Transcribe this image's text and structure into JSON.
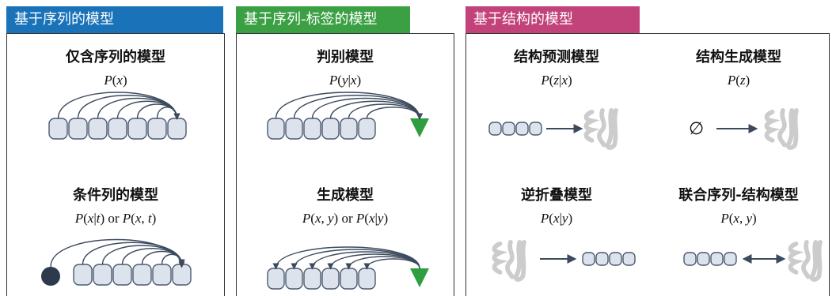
{
  "headers": {
    "sequence_models": "基于序列的模型",
    "sequence_label_models": "基于序列-标签的模型",
    "structure_models": "基于结构的模型"
  },
  "colors": {
    "sequence_header": "#1a73b8",
    "sequence_label_header": "#3aa043",
    "structure_header": "#c2427a",
    "sequence_block_fill": "#dde3ec",
    "sequence_block_stroke": "#4b5a70",
    "arrow": "#3c4a5e",
    "label_triangle": "#2e9e3f",
    "condition_dot": "#2d3a4d",
    "structure_gray": "#cccccc"
  },
  "models": {
    "sequence_only": {
      "title": "仅含序列的模型"
    },
    "conditional": {
      "title": "条件列的模型"
    },
    "discriminative": {
      "title": "判别模型"
    },
    "generative": {
      "title": "生成模型"
    },
    "structure_prediction": {
      "title": "结构预测模型"
    },
    "structure_generation": {
      "title": "结构生成模型",
      "empty_symbol": "∅"
    },
    "inverse_folding": {
      "title": "逆折叠模型"
    },
    "joint_sequence_structure": {
      "title": "联合序列-结构模型"
    }
  }
}
